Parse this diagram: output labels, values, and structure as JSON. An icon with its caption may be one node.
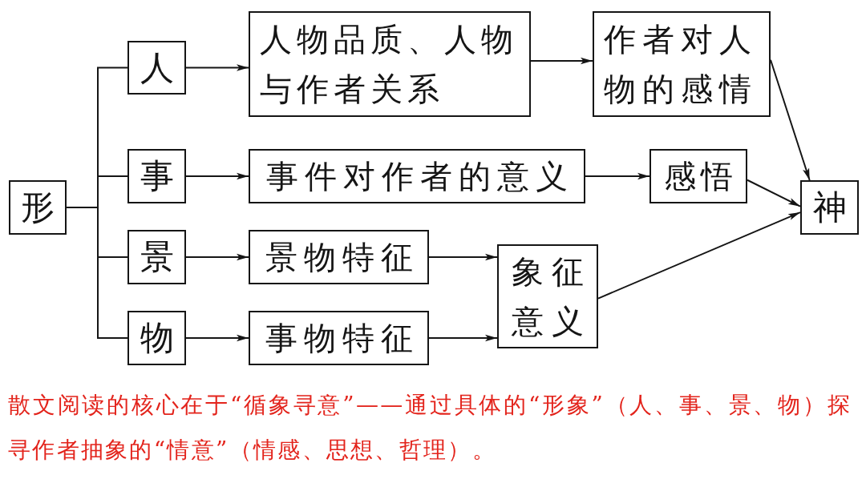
{
  "diagram": {
    "nodes": [
      {
        "text": [
          "形"
        ]
      },
      {
        "text": [
          "人"
        ]
      },
      {
        "text": [
          "事"
        ]
      },
      {
        "text": [
          "景"
        ]
      },
      {
        "text": [
          "物"
        ]
      },
      {
        "text": [
          "人物品质、人物与作者关系"
        ]
      },
      {
        "text": [
          "作者对人物的感情"
        ]
      },
      {
        "text": [
          "事件对作者的意义"
        ]
      },
      {
        "text": [
          "感悟"
        ]
      },
      {
        "text": [
          "景物特征"
        ]
      },
      {
        "text": [
          "事物特征"
        ]
      },
      {
        "text": [
          "象征意义"
        ]
      },
      {
        "text": [
          "神"
        ]
      }
    ],
    "edges": [
      {
        "from": 0,
        "to": 1,
        "arrow": "none"
      },
      {
        "from": 0,
        "to": 2,
        "arrow": "none"
      },
      {
        "from": 0,
        "to": 3,
        "arrow": "none"
      },
      {
        "from": 0,
        "to": 4,
        "arrow": "none"
      },
      {
        "from": 1,
        "to": 5,
        "arrow": "to"
      },
      {
        "from": 5,
        "to": 6,
        "arrow": "to"
      },
      {
        "from": 6,
        "to": 12,
        "arrow": "to"
      },
      {
        "from": 2,
        "to": 7,
        "arrow": "to"
      },
      {
        "from": 7,
        "to": 8,
        "arrow": "to"
      },
      {
        "from": 8,
        "to": 12,
        "arrow": "to"
      },
      {
        "from": 3,
        "to": 9,
        "arrow": "to"
      },
      {
        "from": 9,
        "to": 11,
        "arrow": "to"
      },
      {
        "from": 4,
        "to": 10,
        "arrow": "to"
      },
      {
        "from": 10,
        "to": 11,
        "arrow": "to"
      },
      {
        "from": 11,
        "to": 12,
        "arrow": "to"
      }
    ],
    "caption": "散文阅读的核心在于“循象寻意”——通过具体的“形象”（人、事、景、物）探寻作者抽象的“情意”（情感、思想、哲理）。"
  }
}
